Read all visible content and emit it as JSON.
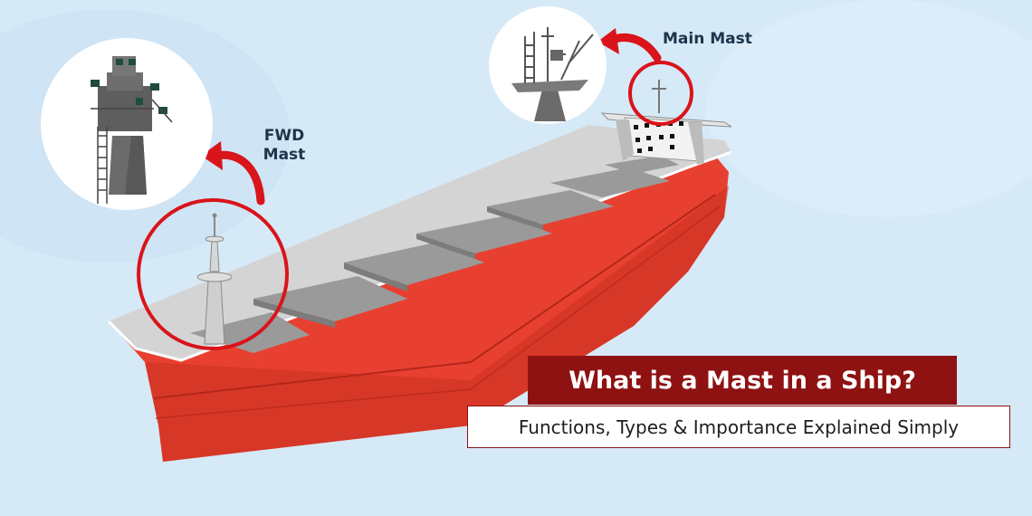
{
  "labels": {
    "main_mast": "Main Mast",
    "fwd_mast_line1": "FWD",
    "fwd_mast_line2": "Mast"
  },
  "banner": {
    "title": "What is a Mast in a Ship?",
    "subtitle": "Functions, Types & Importance Explained Simply"
  },
  "colors": {
    "background": "#d6e9f7",
    "hull": "#e84030",
    "deck": "#d0d0d0",
    "highlight": "#d9141a",
    "banner": "#8e1212"
  },
  "icons": {
    "arrow_main": "curved-arrow-icon",
    "arrow_fwd": "curved-arrow-icon"
  }
}
